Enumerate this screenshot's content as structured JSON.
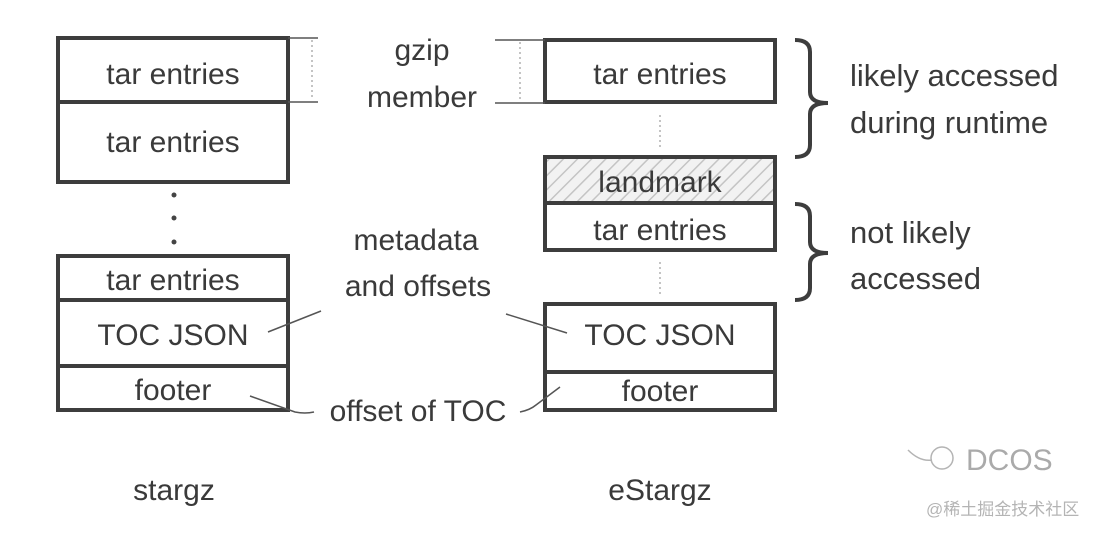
{
  "stargz": {
    "title": "stargz",
    "top_blocks": [
      "tar entries",
      "tar entries"
    ],
    "bottom_blocks": [
      "tar entries",
      "TOC JSON",
      "footer"
    ]
  },
  "estargz": {
    "title": "eStargz",
    "top_blocks": [
      "tar entries"
    ],
    "middle_blocks": [
      "landmark",
      "tar entries"
    ],
    "bottom_blocks": [
      "TOC JSON",
      "footer"
    ]
  },
  "annotations": {
    "gzip_line1": "gzip",
    "gzip_line2": "member",
    "metadata_line1": "metadata",
    "metadata_line2": "and offsets",
    "offset_toc": "offset of TOC",
    "likely_line1": "likely accessed",
    "likely_line2": "during runtime",
    "not_likely_line1": "not likely",
    "not_likely_line2": "accessed"
  },
  "watermark": {
    "brand": "DCOS",
    "site": "@稀土掘金技术社区"
  }
}
